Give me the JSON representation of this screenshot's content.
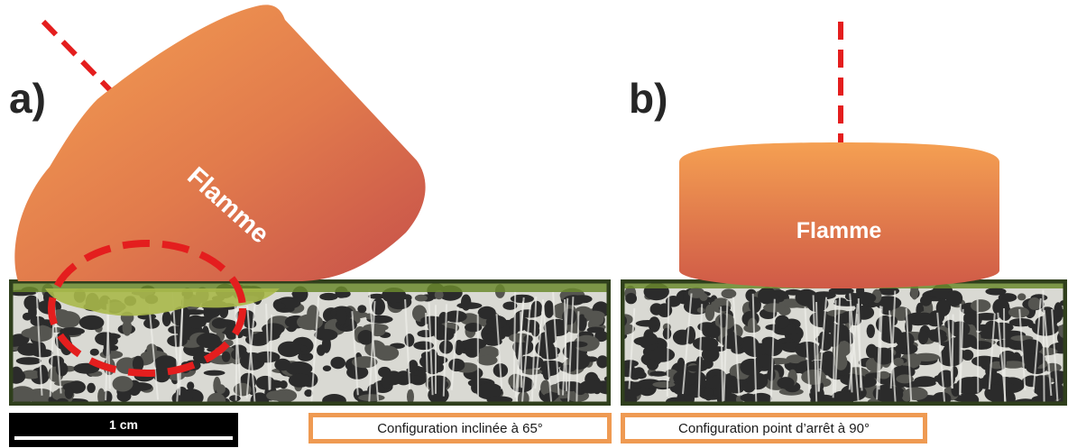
{
  "panels": {
    "a": {
      "label": "a)",
      "flame_label": "Flamme",
      "caption": "Configuration inclinée à 65°"
    },
    "b": {
      "label": "b)",
      "flame_label": "Flamme",
      "caption": "Configuration point d’arrêt à 90°"
    }
  },
  "scale_bar": {
    "label": "1 cm"
  },
  "colors": {
    "flame_top": "#f3964c",
    "flame_bottom": "#c9534a",
    "jet_axis": "#e41e1e",
    "highlight_ellipse": "#e41e1e",
    "caption_border": "#ef9a52",
    "foam_dark": "#2b2b2b",
    "foam_light": "#d9d9d3",
    "sample_edge": "#6b8a2e"
  }
}
